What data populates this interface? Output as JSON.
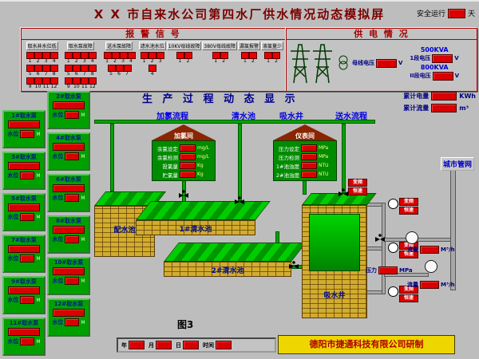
{
  "title_bar": {
    "title": "X X 市自来水公司第四水厂供水情况动态模拟屏",
    "safe_run_label": "安全运行",
    "safe_run_unit": "天"
  },
  "alarm_panel": {
    "header": "报 警 信 号",
    "groups": [
      {
        "label": "取水井水位低",
        "cells": [
          1,
          2,
          3,
          4,
          5,
          6,
          7,
          8,
          9,
          10,
          11,
          12
        ]
      },
      {
        "label": "取水泵故障",
        "cells": [
          1,
          2,
          3,
          4,
          5,
          6,
          7,
          8,
          9,
          10,
          11,
          12
        ]
      },
      {
        "label": "送水泵故障",
        "cells": [
          1,
          2,
          3,
          4,
          5,
          6,
          7
        ]
      },
      {
        "label": "滤水池水位",
        "cells": [
          1,
          2,
          3,
          4
        ]
      },
      {
        "label": "10KV母线故障",
        "cells": [
          1,
          2
        ]
      },
      {
        "label": "380V母线故障",
        "cells": [
          1,
          2
        ]
      },
      {
        "label": "漏氯报警",
        "cells": [
          1,
          2
        ]
      },
      {
        "label": "液氯量少",
        "cells": [
          1,
          2
        ]
      }
    ]
  },
  "power_panel": {
    "header": "供 电 情 况",
    "bus": {
      "label": "母线电压",
      "unit": "V"
    },
    "sections": [
      {
        "kva": "500KVA",
        "label": "1段电压",
        "unit": "V"
      },
      {
        "kva": "800KVA",
        "label": "II段电压",
        "unit": "V"
      }
    ]
  },
  "totals": [
    {
      "label": "累计电量",
      "unit": "KWh"
    },
    {
      "label": "累计流量",
      "unit": "m³"
    }
  ],
  "process": {
    "title": "生 产 过 程 动 态 显 示",
    "flow_labels": [
      "加氯流程",
      "清水池",
      "吸水井",
      "送水流程"
    ]
  },
  "houses": [
    {
      "name": "加氯间",
      "rows": [
        {
          "label": "余氯设定",
          "unit": "mg/L"
        },
        {
          "label": "余氯检测",
          "unit": "mg/L"
        },
        {
          "label": "投氯量",
          "unit": "Kg"
        },
        {
          "label": "贮氯量",
          "unit": "Kg"
        }
      ]
    },
    {
      "name": "仪表间",
      "rows": [
        {
          "label": "压力设定",
          "unit": "MPa"
        },
        {
          "label": "压力检测",
          "unit": "MPa"
        },
        {
          "label": "1#池浊度",
          "unit": "NTU"
        },
        {
          "label": "2#池浊度",
          "unit": "NTU"
        }
      ]
    }
  ],
  "pump_units": {
    "level_label": "水位",
    "unit": "M",
    "columns": [
      [
        "1#取水泵",
        "3#取水泵",
        "5#取水泵",
        "7#取水泵",
        "9#取水泵",
        "11#取水泵"
      ],
      [
        "2#取水泵",
        "4#取水泵",
        "6#取水泵",
        "8#取水泵",
        "10#取水泵",
        "12#取水泵"
      ]
    ]
  },
  "tanks": [
    "配水池",
    "1#清水池",
    "2#清水池",
    "吸水井"
  ],
  "network_label": "城市管网",
  "pump_mode_tags": [
    "变频",
    "恒速"
  ],
  "meters": [
    {
      "label": "流量",
      "unit": "M³/h"
    },
    {
      "label": "压力",
      "unit": "MPa"
    },
    {
      "label": "流量",
      "unit": "M³/h"
    }
  ],
  "bottom": {
    "caption": "图3",
    "date_labels": [
      "年",
      "月",
      "日",
      "时间"
    ],
    "company": "德阳市捷通科技有限公司研制"
  }
}
